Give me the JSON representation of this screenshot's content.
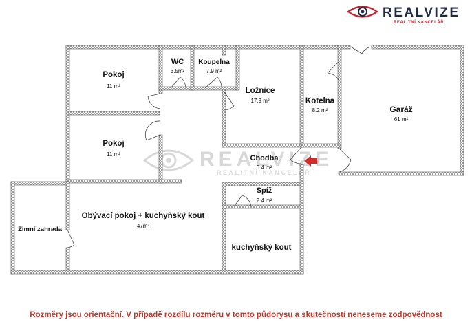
{
  "brand": {
    "name": "REALVIZE",
    "tagline": "REALITNÍ KANCELÁŘ",
    "accent_color": "#c8202f",
    "text_color": "#1f2a44"
  },
  "rooms": {
    "pokoj1": {
      "name": "Pokoj",
      "area": "11 m²"
    },
    "wc": {
      "name": "WC",
      "area": "3.5m²"
    },
    "koupelna": {
      "name": "Koupelna",
      "area": "7.9 m²"
    },
    "loznice": {
      "name": "Ložnice",
      "area": "17.9 m²"
    },
    "kotelna": {
      "name": "Kotelna",
      "area": "8.2 m²"
    },
    "garaz": {
      "name": "Garáž",
      "area": "61 m²"
    },
    "pokoj2": {
      "name": "Pokoj",
      "area": "11 m²"
    },
    "chodba": {
      "name": "Chodba",
      "area": "6.4 m²"
    },
    "spiz": {
      "name": "Spíž",
      "area": "2.4 m²"
    },
    "obyvaci": {
      "name": "Obývací pokoj + kuchyňský kout",
      "area": "47m²"
    },
    "zimni": {
      "name": "Zimní zahrada"
    },
    "kuchyn": {
      "name": "kuchyňský kout"
    }
  },
  "entrance_arrow_color": "#d62b2b",
  "disclaimer": "Rozměry jsou orientační. V případě rozdílu rozměru v tomto půdorysu a skutečností neneseme zodpovědnost"
}
